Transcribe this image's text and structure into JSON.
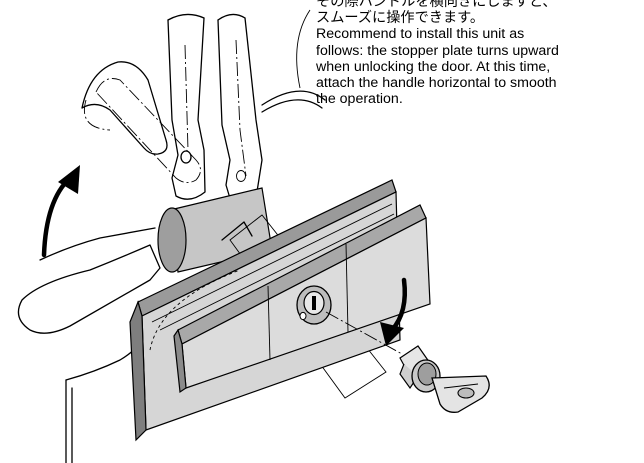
{
  "callout": {
    "jp_line1": "その際ハンドルを横向きにしますと、",
    "jp_line2": "スムーズに操作できます。",
    "en_line1": "Recommend to install this unit as",
    "en_line2": "follows: the stopper plate turns upward",
    "en_line3": "when unlocking the door. At this time,",
    "en_line4": "attach the handle horizontal to smooth",
    "en_line5": "the operation."
  },
  "colors": {
    "line": "#000000",
    "handle_fill": "#ffffff",
    "lock_face": "#d9d9d9",
    "lock_shadow": "#8a8a8a",
    "cylinder": "#b8b8b8"
  }
}
